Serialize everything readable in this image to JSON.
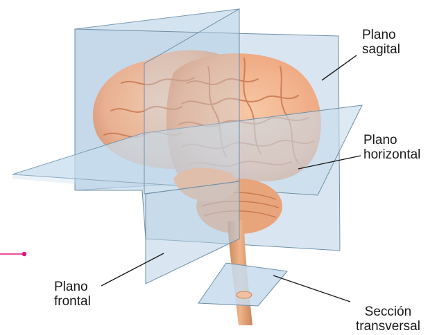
{
  "labels": {
    "sagital": {
      "line1": "Plano",
      "line2": "sagital"
    },
    "horizontal": {
      "line1": "Plano",
      "line2": "horizontal"
    },
    "frontal": {
      "line1": "Plano",
      "line2": "frontal"
    },
    "transversal": {
      "line1": "Sección",
      "line2": "transversal"
    }
  },
  "colors": {
    "plane_fill": "#b9d2e6",
    "plane_edge": "#6f8fa6",
    "brain_fill": "#f2b48e",
    "brain_shadow": "#d98a62",
    "brain_fold": "#c9774f",
    "spinal_cord": "#d89a6e",
    "leader_line": "#1a1a1a",
    "pointer": "#e0147a"
  }
}
